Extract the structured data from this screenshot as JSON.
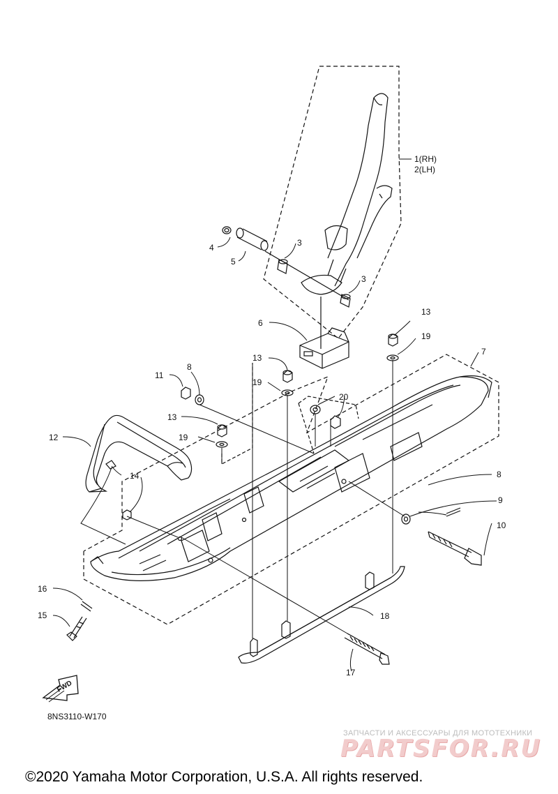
{
  "callouts": {
    "c1": "1(RH)",
    "c2": "2(LH)",
    "c3a": "3",
    "c3b": "3",
    "c4": "4",
    "c5": "5",
    "c6": "6",
    "c7": "7",
    "c8a": "8",
    "c8b": "8",
    "c9": "9",
    "c10": "10",
    "c11": "11",
    "c12": "12",
    "c13a": "13",
    "c13b": "13",
    "c13c": "13",
    "c14": "14",
    "c15": "15",
    "c16": "16",
    "c17": "17",
    "c18": "18",
    "c19a": "19",
    "c19b": "19",
    "c19c": "19",
    "c20": "20"
  },
  "fwd_label": "FWD",
  "diagram_code": "8NS3110-W170",
  "watermark": {
    "subtitle": "ЗАПЧАСТИ И АКСЕССУАРЫ ДЛЯ МОТОТЕХНИКИ",
    "logo": "PARTSFOR.RU"
  },
  "copyright": "©2020 Yamaha Motor Corporation, U.S.A. All rights reserved."
}
